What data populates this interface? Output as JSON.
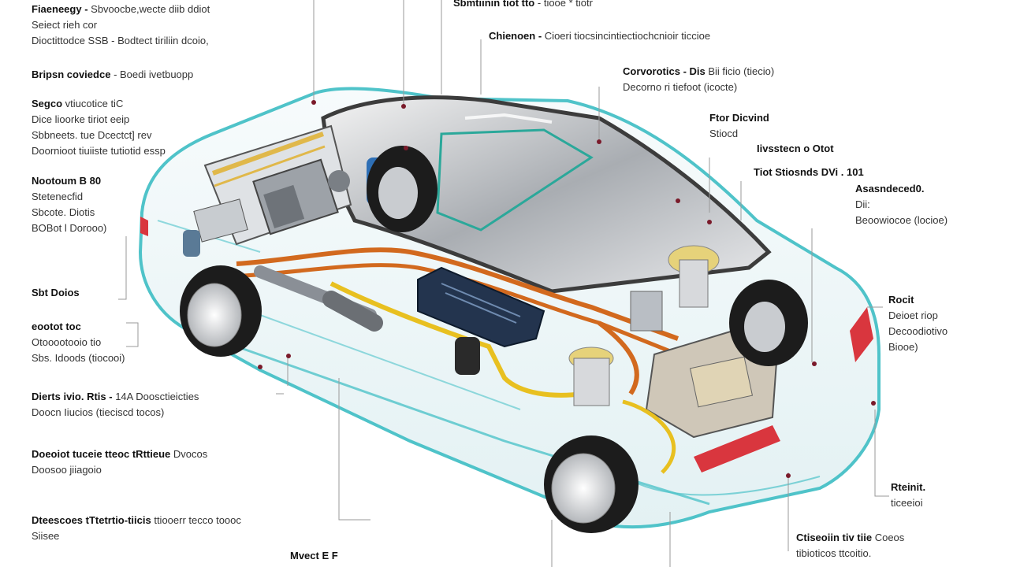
{
  "callouts": [
    {
      "id": "tl1",
      "title": "Fiaeneegy -",
      "lines": [
        "Sbvoocbe,wecte diib ddiot",
        "Seiect rieh cor",
        "Dioctittodce SSB - Bodtect tiriliin dcoio,"
      ]
    },
    {
      "id": "tl2",
      "title": "Bripsn coviedce",
      "lines": [
        "- Boedi ivetbuopp"
      ]
    },
    {
      "id": "tl3",
      "title": "Segco",
      "lines": [
        "vtiucotice tiC",
        "Dice lioorke tiriot eeip",
        "Sbbneets. tue Dcectct] rev",
        "Doornioot tiuiiste tutiotid essp"
      ]
    },
    {
      "id": "tl4",
      "title": "Nootoum B 80",
      "lines": [
        "Stetenecfid",
        "Sbcote. Diotis",
        "BOBot l Dorooo)"
      ]
    },
    {
      "id": "tl5",
      "title": "Sbt Doios",
      "lines": []
    },
    {
      "id": "tl6",
      "title": "eootot toc",
      "lines": [
        "Otooootooio tio",
        "Sbs. Idoods (tiocooi)"
      ]
    },
    {
      "id": "tl7",
      "title": "Dierts ivio. Rtis -",
      "lines": [
        "14A Doosctieicties",
        "Doocn Iiucios (tieciscd tocos)"
      ]
    },
    {
      "id": "tl8",
      "title": "Doeoiot tuceie tteoc tRttieue",
      "lines": [
        "Dvocos",
        "Doosoo jiiagoio"
      ]
    },
    {
      "id": "tl9",
      "title": "Dteescoes tTtetrtio-tiicis",
      "lines": [
        "ttiooerr tecco toooc",
        "Siisee"
      ]
    },
    {
      "id": "b1",
      "title": "Mvect E F",
      "lines": []
    },
    {
      "id": "t1",
      "title": "Sbmtiinin tiot tto",
      "lines": [
        "- tiooe * tiotr"
      ]
    },
    {
      "id": "t2",
      "title": "Chienoen -",
      "lines": [
        "Cioeri tiocsincintiectiochcnioir ticcioe"
      ]
    },
    {
      "id": "r1",
      "title": "Corvorotics - Dis",
      "lines": [
        "Bii ficio (tiecio)",
        "Decorno ri tiefoot (icocte)"
      ]
    },
    {
      "id": "r2",
      "title": "Ftor Dicvind",
      "lines": [
        "Stiocd"
      ]
    },
    {
      "id": "r3",
      "title": "Iivsstecn o Otot",
      "lines": []
    },
    {
      "id": "r4",
      "title": "Tiot Stiosnds DVi . 101",
      "lines": []
    },
    {
      "id": "r5",
      "title": "Asasndeced0.",
      "lines": [
        "Dii:",
        "Beoowiocoe (locioe)"
      ]
    },
    {
      "id": "r6",
      "title": "Rocit",
      "lines": [
        "Deioet riop",
        "Decoodiotivo",
        "Biooe)"
      ]
    },
    {
      "id": "r7",
      "title": "Rteinit.",
      "lines": [
        "ticeeioi"
      ]
    },
    {
      "id": "r8",
      "title": "Ctiseoiin tiv tiie",
      "lines": [
        "Coeos",
        "tibioticos ttcoitio."
      ]
    }
  ],
  "colors": {
    "body_outline": "#4fc3c9",
    "glass": "#8a8f96",
    "tire": "#1c1c1c",
    "exhaust": "#d2691e",
    "fuel_line": "#e8c020",
    "battery": "#23344e",
    "taillight": "#d9363e",
    "engine": "#b9bec4",
    "shock": "#e6d27a",
    "leader": "#9a9a9a",
    "dot": "#7a1a2a"
  }
}
